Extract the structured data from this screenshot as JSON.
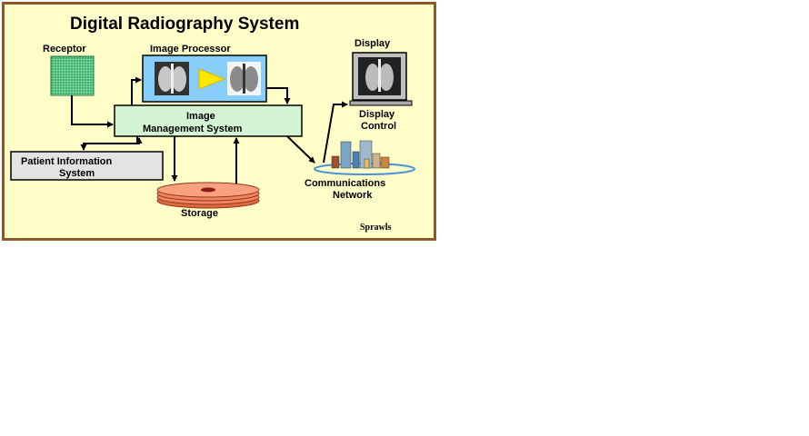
{
  "title": "Digital Radiography System",
  "components": {
    "receptor": "Receptor",
    "image_processor": "Image Processor",
    "image_management_line1": "Image",
    "image_management_line2": "Management System",
    "patient_info_line1": "Patient Information",
    "patient_info_line2": "System",
    "storage": "Storage",
    "display": "Display",
    "display_control_line1": "Display",
    "display_control_line2": "Control",
    "network_line1": "Communications",
    "network_line2": "Network"
  },
  "credit": "Sprawls",
  "colors": {
    "frame_border": "#8b5a2b",
    "background": "#fffdc8",
    "receptor": "#3cb371",
    "processor_bg": "#87cefa",
    "management_bg": "#d4f5d4",
    "patient_bg": "#e3e3e3",
    "storage": "#f4845f",
    "arrow_yellow": "#ffe800",
    "network_ring": "#4a90d9"
  },
  "icons": [
    "xray-chest-icon",
    "arrow-right-icon",
    "monitor-icon",
    "city-buildings-icon",
    "disk-stack-icon"
  ]
}
